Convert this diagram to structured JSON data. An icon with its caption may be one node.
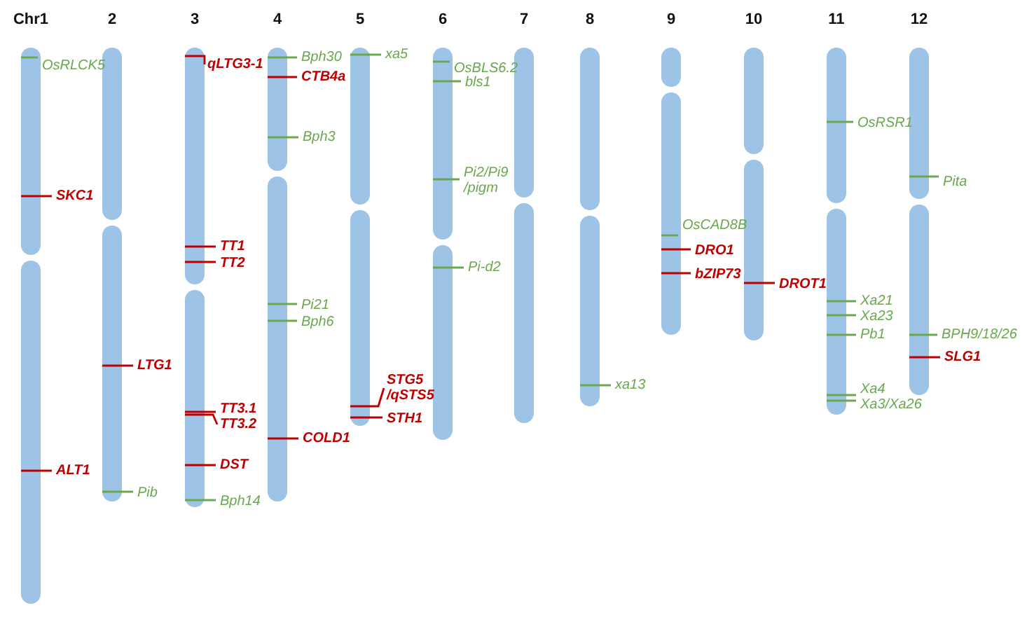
{
  "diagram": {
    "nodes": [
      {
        "text": [
          "Chr1"
        ]
      },
      {
        "text": [
          "OsRLCK5"
        ]
      },
      {
        "text": [
          "SKC1"
        ]
      },
      {
        "text": [
          "ALT1"
        ]
      },
      {
        "text": [
          "2"
        ]
      },
      {
        "text": [
          "LTG1"
        ]
      },
      {
        "text": [
          "Pib"
        ]
      },
      {
        "text": [
          "3"
        ]
      },
      {
        "text": [
          "qLTG3-1"
        ]
      },
      {
        "text": [
          "TT1"
        ]
      },
      {
        "text": [
          "TT2"
        ]
      },
      {
        "text": [
          "TT3.1"
        ]
      },
      {
        "text": [
          "TT3.2"
        ]
      },
      {
        "text": [
          "DST"
        ]
      },
      {
        "text": [
          "Bph14"
        ]
      },
      {
        "text": [
          "4"
        ]
      },
      {
        "text": [
          "Bph30"
        ]
      },
      {
        "text": [
          "CTB4a"
        ]
      },
      {
        "text": [
          "Bph3"
        ]
      },
      {
        "text": [
          "Pi21"
        ]
      },
      {
        "text": [
          "Bph6"
        ]
      },
      {
        "text": [
          "COLD1"
        ]
      },
      {
        "text": [
          "5"
        ]
      },
      {
        "text": [
          "xa5"
        ]
      },
      {
        "text": [
          "STG5 /qSTS5"
        ]
      },
      {
        "text": [
          "STH1"
        ]
      },
      {
        "text": [
          "6"
        ]
      },
      {
        "text": [
          "OsBLS6.2"
        ]
      },
      {
        "text": [
          "bls1"
        ]
      },
      {
        "text": [
          "Pi2/Pi9 /pigm"
        ]
      },
      {
        "text": [
          "Pi-d2"
        ]
      },
      {
        "text": [
          "7"
        ]
      },
      {
        "text": [
          "8"
        ]
      },
      {
        "text": [
          "xa13"
        ]
      },
      {
        "text": [
          "9"
        ]
      },
      {
        "text": [
          "OsCAD8B"
        ]
      },
      {
        "text": [
          "DRO1"
        ]
      },
      {
        "text": [
          "bZIP73"
        ]
      },
      {
        "text": [
          "10"
        ]
      },
      {
        "text": [
          "DROT1"
        ]
      },
      {
        "text": [
          "11"
        ]
      },
      {
        "text": [
          "OsRSR1"
        ]
      },
      {
        "text": [
          "Xa21"
        ]
      },
      {
        "text": [
          "Xa23"
        ]
      },
      {
        "text": [
          "Pb1"
        ]
      },
      {
        "text": [
          "Xa4"
        ]
      },
      {
        "text": [
          "Xa3/Xa26"
        ]
      },
      {
        "text": [
          "12"
        ]
      },
      {
        "text": [
          "Pita"
        ]
      },
      {
        "text": [
          "BPH9/18/26"
        ]
      },
      {
        "text": [
          "SLG1"
        ]
      }
    ],
    "edges": [
      {
        "from": 1,
        "to": 0,
        "arrow": "none"
      },
      {
        "from": 2,
        "to": 0,
        "arrow": "none",
        "color": "#c00000"
      },
      {
        "from": 3,
        "to": 0,
        "arrow": "none",
        "color": "#c00000"
      },
      {
        "from": 5,
        "to": 4,
        "arrow": "none",
        "color": "#c00000"
      },
      {
        "from": 6,
        "to": 4,
        "arrow": "none"
      },
      {
        "from": 8,
        "to": 7,
        "arrow": "none",
        "color": "#c00000"
      },
      {
        "from": 9,
        "to": 7,
        "arrow": "none",
        "color": "#c00000"
      },
      {
        "from": 10,
        "to": 7,
        "arrow": "none",
        "color": "#c00000"
      },
      {
        "from": 11,
        "to": 7,
        "arrow": "none",
        "color": "#c00000"
      },
      {
        "from": 12,
        "to": 7,
        "arrow": "none",
        "color": "#c00000"
      },
      {
        "from": 13,
        "to": 7,
        "arrow": "none",
        "color": "#c00000"
      },
      {
        "from": 14,
        "to": 7,
        "arrow": "none"
      },
      {
        "from": 16,
        "to": 15,
        "arrow": "none"
      },
      {
        "from": 17,
        "to": 15,
        "arrow": "none",
        "color": "#c00000"
      },
      {
        "from": 18,
        "to": 15,
        "arrow": "none"
      },
      {
        "from": 19,
        "to": 15,
        "arrow": "none"
      },
      {
        "from": 20,
        "to": 15,
        "arrow": "none"
      },
      {
        "from": 21,
        "to": 15,
        "arrow": "none",
        "color": "#c00000"
      },
      {
        "from": 23,
        "to": 22,
        "arrow": "none"
      },
      {
        "from": 24,
        "to": 22,
        "arrow": "none",
        "color": "#c00000"
      },
      {
        "from": 25,
        "to": 22,
        "arrow": "none",
        "color": "#c00000"
      },
      {
        "from": 27,
        "to": 26,
        "arrow": "none"
      },
      {
        "from": 28,
        "to": 26,
        "arrow": "none"
      },
      {
        "from": 29,
        "to": 26,
        "arrow": "none"
      },
      {
        "from": 30,
        "to": 26,
        "arrow": "none"
      },
      {
        "from": 33,
        "to": 32,
        "arrow": "none"
      },
      {
        "from": 35,
        "to": 34,
        "arrow": "none"
      },
      {
        "from": 36,
        "to": 34,
        "arrow": "none",
        "color": "#c00000"
      },
      {
        "from": 37,
        "to": 34,
        "arrow": "none",
        "color": "#c00000"
      },
      {
        "from": 39,
        "to": 38,
        "arrow": "none",
        "color": "#c00000"
      },
      {
        "from": 41,
        "to": 40,
        "arrow": "none"
      },
      {
        "from": 42,
        "to": 40,
        "arrow": "none"
      },
      {
        "from": 43,
        "to": 40,
        "arrow": "none"
      },
      {
        "from": 44,
        "to": 40,
        "arrow": "none"
      },
      {
        "from": 45,
        "to": 40,
        "arrow": "none"
      },
      {
        "from": 46,
        "to": 40,
        "arrow": "none"
      },
      {
        "from": 48,
        "to": 47,
        "arrow": "none"
      },
      {
        "from": 49,
        "to": 47,
        "arrow": "none"
      },
      {
        "from": 50,
        "to": 47,
        "arrow": "none",
        "color": "#c00000"
      }
    ]
  }
}
